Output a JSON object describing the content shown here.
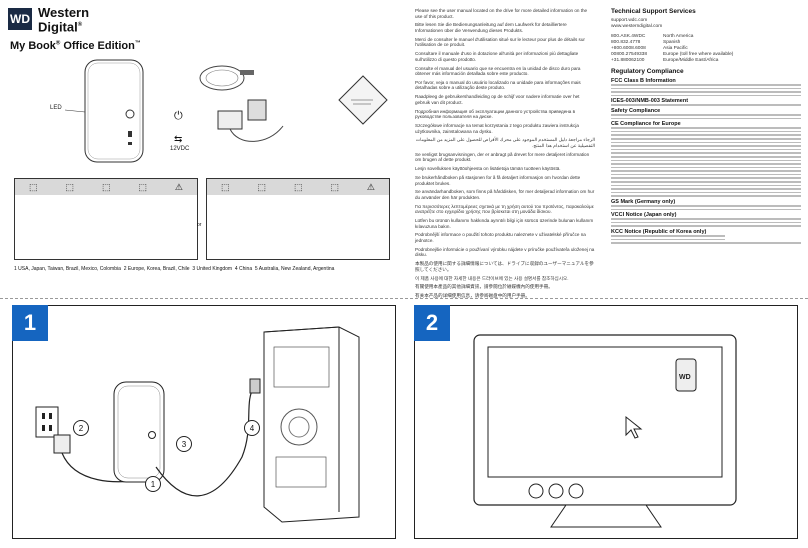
{
  "brand": {
    "logo": "WD",
    "line1": "Western",
    "line2": "Digital",
    "reg": "®"
  },
  "product": {
    "name": "My Book",
    "reg": "®",
    "edition": "Office Edition",
    "tm": "™"
  },
  "device_labels": {
    "led": "LED",
    "power": "12VDC"
  },
  "regions": [
    "1 USA, Japan, Taiwan, Brazil, Mexico, Colombia",
    "2 Europe, Korea, Brazil, Chile",
    "3 United Kingdom",
    "4 China",
    "5 Australia, New Zealand, Argentina"
  ],
  "or_label": "or",
  "multilang": [
    "Please see the user manual located on the drive for more detailed information on the use of this product.",
    "Bitte lesen Sie die Bedienungsanleitung auf dem Laufwerk für detailliertere Informationen über die Verwendung dieses Produkts.",
    "Merci de consulter le manuel d'utilisation situé sur le lecteur pour plus de détails sur l'utilisation de ce produit.",
    "Consultare il manuale d'uso in dotazione all'unità per informazioni più dettagliate sull'utilizzo di questo prodotto.",
    "Consulte el manual del usuario que se encuentra en la unidad de disco duro para obtener más información detallada sobre este producto.",
    "Por favor, veja o manual do usuário localizado na unidade para informações mais detalhadas sobre a utilização deste produto.",
    "Raadpleeg de gebruikershandleiding op de schijf voor nadere informatie over het gebruik van dit product.",
    "Подробная информация об эксплуатации данного устройства приведена в руководстве пользователя на диске.",
    "Szczegółowe informacje na temat korzystania z tego produktu zawiera instrukcja użytkownika, zainstalowana na dysku.",
    "الرجاء مراجعة دليل المستخدم الموجود على محرك الأقراص للحصول على المزيد من المعلومات التفصيلية عن استخدام هذا المنتج.",
    "Se venligst brugsanvisningen, der er anbragt på drevet for mere detaljeret information om brugen af dette produkt.",
    "Lesjn sovelluksen käyttöohjeesta on lisätietoja tämän tuotteen käytöstä.",
    "Se brukerhåndboken på stasjonen for å få detaljert informasjon om hvordan dette produktet brukes.",
    "Se användarhandboken, som finns på hårddisken, för mer detaljerad information om hur du använder den här produkten.",
    "Για περισσότερες λεπτομέρειες σχετικά με τη χρήση αυτού του προϊόντος, παρακαλούμε ανατρέξτε στο εγχειρίδιο χρήσης που βρίσκεται στη μονάδα δίσκου.",
    "Lütfen bu ürünün kullanımı hakkında ayrıntılı bilgi için sürücü üzerinde bulunan kullanım kılavuzuna bakın.",
    "Podrobnější informace o použití tohoto produktu naleznete v uživatelské příručce na jednotce.",
    "Podrobnejšie informácie o používaní výrobku nájdete v príručke používateľa uloženej na disku.",
    "本製品の使用に関する詳細情報については、ドライブに収録のユーザーマニュアルを参照してください。",
    "이 제품 사용에 대한 자세한 내용은 드라이브에 있는 사용 설명서를 참조하십시오.",
    "有關使用本產品的其他詳細資訊，請參閱位於磁碟機內的使用手冊。",
    "有关本产品的详细使用信息，请参阅磁盘中的用户手册。"
  ],
  "support": {
    "title": "Technical Support Services",
    "site1": "support.wdc.com",
    "site2": "www.westerndigital.com",
    "phones": [
      {
        "number": "800.ASK.4WDC",
        "region": "North America"
      },
      {
        "number": "800.832.4778",
        "region": "Spanish"
      },
      {
        "number": "+800.6008.6008",
        "region": "Asia Pacific"
      },
      {
        "number": "00800.27549338",
        "region": "Europe (toll free where available)"
      },
      {
        "number": "+31.880062100",
        "region": "Europe/Middle East/Africa"
      }
    ]
  },
  "regulatory": {
    "title": "Regulatory Compliance",
    "sections": [
      "FCC Class B Information",
      "ICES-003/NMB-003 Statement",
      "Safety Compliance",
      "CE Compliance for Europe",
      "GS Mark (Germany only)",
      "VCCI Notice (Japan only)",
      "KCC Notice (Republic of Korea only)"
    ]
  },
  "steps": {
    "one": "1",
    "two": "2"
  },
  "callouts": [
    "1",
    "2",
    "3",
    "4"
  ],
  "colors": {
    "badge": "#1565c0",
    "logo": "#1a2a44"
  }
}
